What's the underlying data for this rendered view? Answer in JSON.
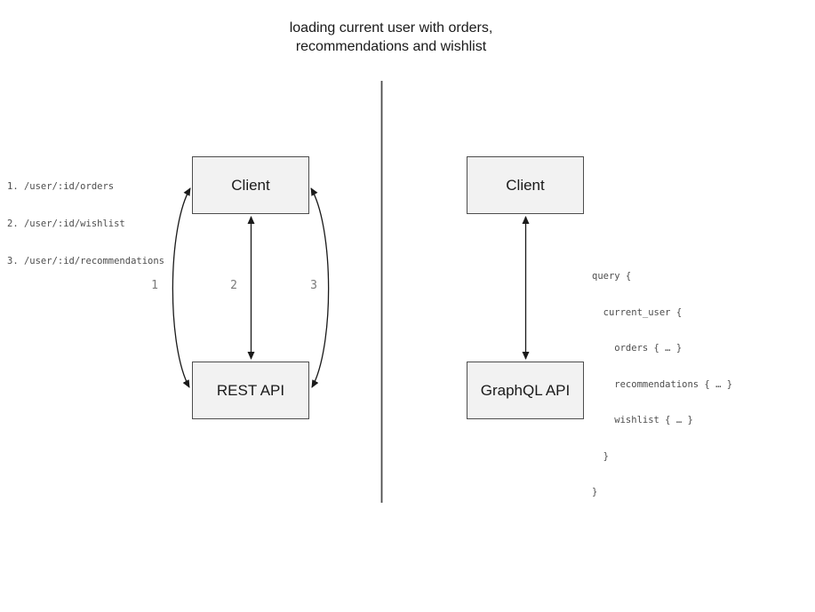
{
  "title": {
    "lines": [
      "loading current user with orders,",
      "recommendations and wishlist"
    ]
  },
  "rest_panel": {
    "endpoints": [
      "1. /user/:id/orders",
      "2. /user/:id/wishlist",
      "3. /user/:id/recommendations"
    ],
    "client_label": "Client",
    "api_label": "REST API",
    "call_labels": [
      "1",
      "2",
      "3"
    ]
  },
  "graphql_panel": {
    "client_label": "Client",
    "api_label": "GraphQL API",
    "query_lines": [
      "query {",
      "  current_user {",
      "    orders { … }",
      "    recommendations { … }",
      "    wishlist { … }",
      "  }",
      "}"
    ]
  },
  "colors": {
    "box_fill": "#f2f2f2",
    "box_border": "#4d4d4d",
    "arrow": "#1a1a1a",
    "divider": "#4d4d4d",
    "call_label_gray": "#7a7a7a",
    "code_gray": "#4d4d4d"
  }
}
